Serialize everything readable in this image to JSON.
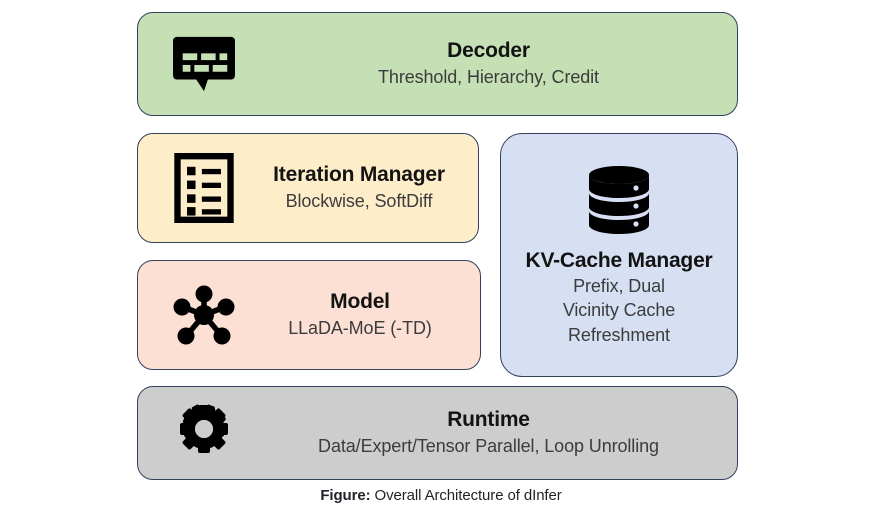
{
  "figure": {
    "caption_label": "Figure:",
    "caption_text": " Overall Architecture of dInfer"
  },
  "colors": {
    "decoder_bg": "#c5e0b4",
    "iteration_bg": "#fdeec9",
    "model_bg": "#fbe0d3",
    "kvcache_bg": "#d6e0f2",
    "runtime_bg": "#cdcdcd",
    "border": "#33405e",
    "title_text": "#131313",
    "sub_text": "#3c3c3c",
    "icon": "#000000"
  },
  "panels": [
    {
      "id": "decoder",
      "icon": "speech-bubble-subtitle-icon",
      "title": "Decoder",
      "subtitle": "Threshold, Hierarchy, Credit"
    },
    {
      "id": "iteration",
      "icon": "checklist-document-icon",
      "title": "Iteration Manager",
      "subtitle": "Blockwise, SoftDiff"
    },
    {
      "id": "model",
      "icon": "network-hub-icon",
      "title": "Model",
      "subtitle": "LLaDA-MoE (-TD)"
    },
    {
      "id": "kvcache",
      "icon": "database-stack-icon",
      "title": "KV-Cache Manager",
      "subtitle_line1": "Prefix, Dual",
      "subtitle_line2": "Vicinity Cache",
      "subtitle_line3": "Refreshment"
    },
    {
      "id": "runtime",
      "icon": "gear-icon",
      "title": "Runtime",
      "subtitle": "Data/Expert/Tensor Parallel, Loop Unrolling"
    }
  ]
}
